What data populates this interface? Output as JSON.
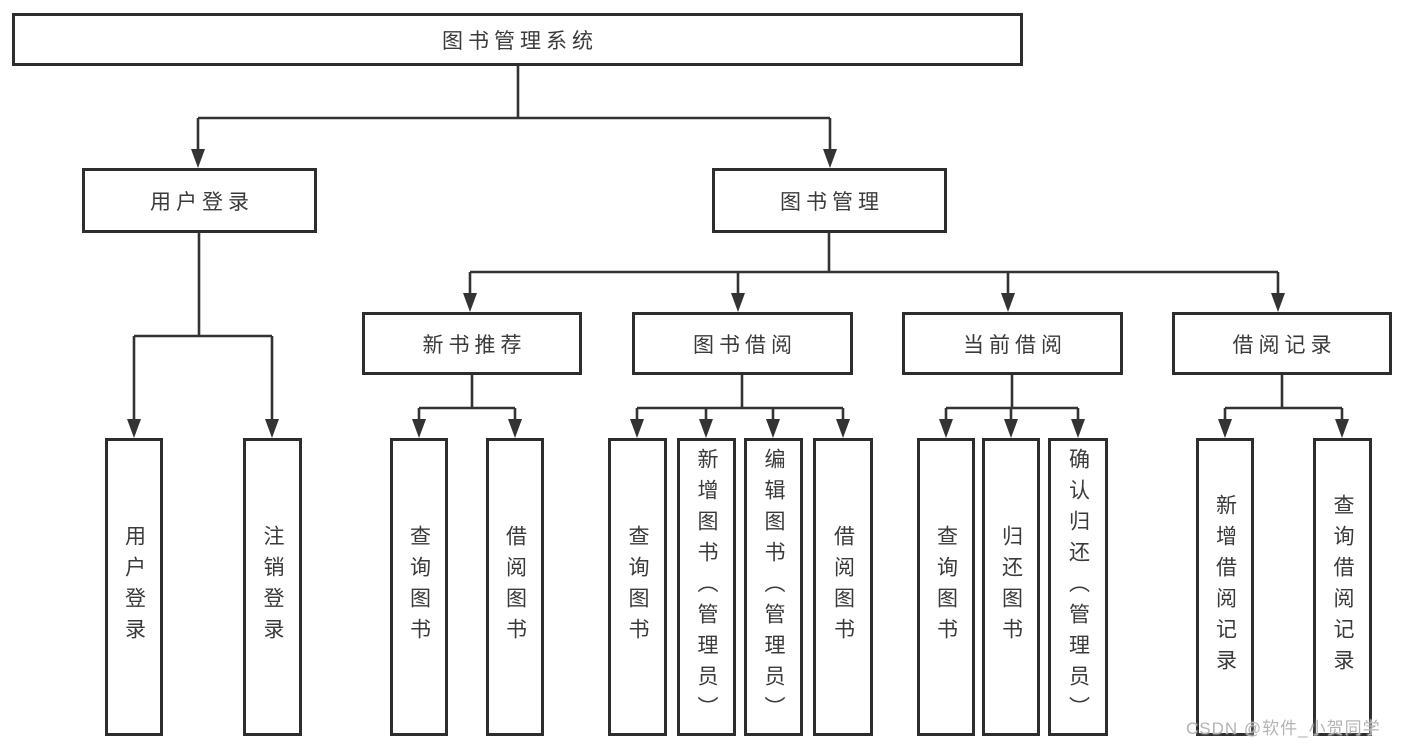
{
  "diagram": {
    "root": {
      "label": "图书管理系统"
    },
    "branches": [
      {
        "label": "用户登录",
        "children": [
          {
            "label": "用户登录"
          },
          {
            "label": "注销登录"
          }
        ]
      },
      {
        "label": "图书管理",
        "children": [
          {
            "label": "新书推荐",
            "children": [
              {
                "label": "查询图书"
              },
              {
                "label": "借阅图书"
              }
            ]
          },
          {
            "label": "图书借阅",
            "children": [
              {
                "label": "查询图书"
              },
              {
                "label": "新增图书（管理员）"
              },
              {
                "label": "编辑图书（管理员）"
              },
              {
                "label": "借阅图书"
              }
            ]
          },
          {
            "label": "当前借阅",
            "children": [
              {
                "label": "查询图书"
              },
              {
                "label": "归还图书"
              },
              {
                "label": "确认归还（管理员）"
              }
            ]
          },
          {
            "label": "借阅记录",
            "children": [
              {
                "label": "新增借阅记录"
              },
              {
                "label": "查询借阅记录"
              }
            ]
          }
        ]
      }
    ]
  },
  "watermark": {
    "text": "CSDN @软件_小贺同学"
  },
  "colors": {
    "line": "#333333",
    "box_border": "#2d2d2d",
    "text": "#3a3a3a",
    "watermark": "#b4b4b4",
    "background": "#ffffff"
  }
}
